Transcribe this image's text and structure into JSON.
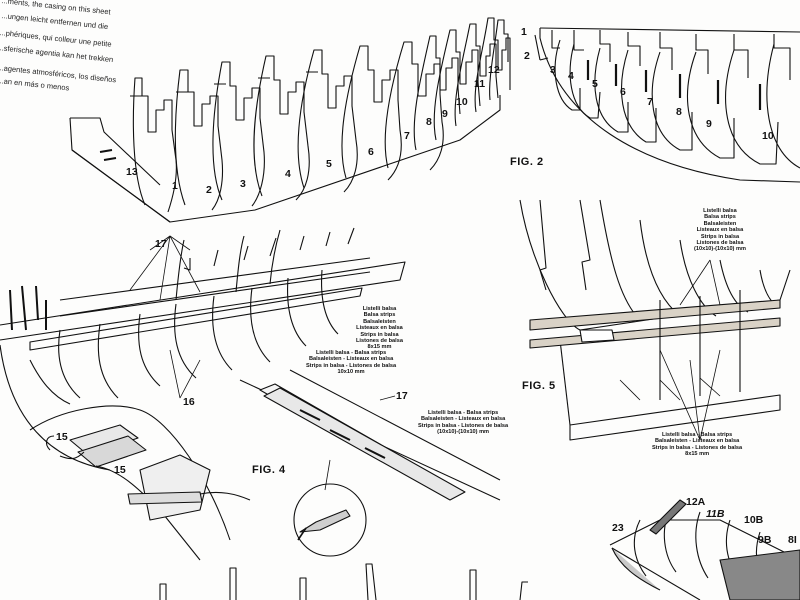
{
  "intro_text": [
    "...ments, the casing on this sheet",
    "...ungen leicht entfernen und die",
    "...phériques, qui colleur une petite",
    "...sferische agentia kan het trekken",
    "...agentes atmosféricos, los diseños",
    "...an en más o menos"
  ],
  "frames_fig_top_left": [
    "13",
    "1",
    "2",
    "3",
    "4",
    "5",
    "6",
    "7",
    "8",
    "9",
    "10",
    "11",
    "12"
  ],
  "frames_fig2": [
    "1",
    "2",
    "3",
    "4",
    "5",
    "6",
    "7",
    "8",
    "9",
    "10"
  ],
  "figure_labels": {
    "fig2": "FIG. 2",
    "fig4": "FIG. 4",
    "fig5": "FIG. 5"
  },
  "part_labels": {
    "p17_top": "17",
    "p16": "16",
    "p15_a": "15",
    "p15_b": "15",
    "p17_fig4": "17",
    "p12A": "12A",
    "p11B": "11B",
    "p10B": "10B",
    "p9B": "9B",
    "p8": "8I",
    "p23": "23"
  },
  "notes": {
    "balsa_8x15_a": [
      "Listelli balsa",
      "Balsa strips",
      "Balsaleisten",
      "Listeaux en balsa",
      "Strips in balsa",
      "Listones de balsa",
      "8x15 mm"
    ],
    "balsa_10x10_a": [
      "Listelli balsa - Balsa strips",
      "Balsaleisten - Listeaux en balsa",
      "Strips in balsa - Listones de balsa",
      "10x10 mm"
    ],
    "fig4_strips": [
      "Listelli balsa - Balsa strips",
      "Balsaleisten - Listeaux en balsa",
      "Strips in balsa - Listones de balsa",
      "(10x10)-(10x10) mm"
    ],
    "fig5_top": [
      "Listelli balsa",
      "Balsa strips",
      "Balsaleisten",
      "Listeaux en balsa",
      "Strips in balsa",
      "Listones de balsa",
      "(10x10)-(10x10) mm"
    ],
    "fig5_bottom": [
      "Listelli balsa - Balsa strips",
      "Balsaleisten - Listeaux en balsa",
      "Strips in balsa - Listones de balsa",
      "8x15 mm"
    ]
  }
}
